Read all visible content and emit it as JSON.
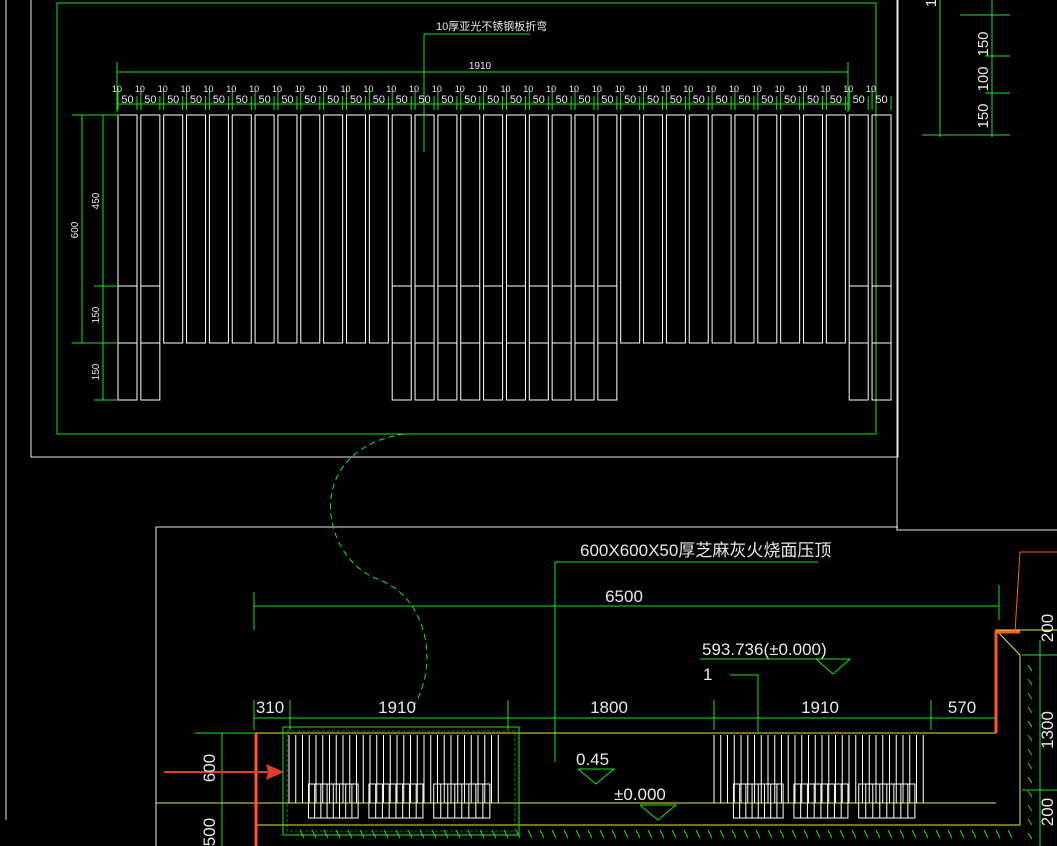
{
  "colors": {
    "background": "#000000",
    "frame": "#e8e8e8",
    "dimension": "#19e619",
    "plate": "#ffffff",
    "annotation": "#e8e8e8",
    "slab_edge": "#e6e64a",
    "arrow": "#e53a2a",
    "border_line": "#ff5a1f",
    "hatch": "#19e619"
  },
  "detail": {
    "leader_note": "10厚亚光不锈钢板折弯",
    "overall_dim": "1910",
    "gap_dim_label": "10",
    "plate_width_label": "50",
    "height_total": "600",
    "height_upper": "450",
    "height_mid": "150",
    "height_lower": "150",
    "plate_pattern": [
      "L",
      "L",
      "S",
      "S",
      "S",
      "S",
      "S",
      "S",
      "S",
      "S",
      "S",
      "S",
      "L",
      "L",
      "L",
      "L",
      "L",
      "L",
      "L",
      "L",
      "L",
      "L",
      "S",
      "S",
      "S",
      "S",
      "S",
      "S",
      "S",
      "S",
      "S",
      "S",
      "L",
      "L"
    ]
  },
  "top_right": {
    "dim_labels": [
      "150",
      "100",
      "150"
    ],
    "partial_label": "1"
  },
  "plan": {
    "material_note": "600X600X50厚芝麻灰火烧面压顶",
    "overall_dim": "6500",
    "elevation_label": "593.736(±0.000)",
    "index_label": "1",
    "segment_dims": [
      "310",
      "1910",
      "1800",
      "1910",
      "570"
    ],
    "level_a": "0.45",
    "level_b": "±0.000",
    "left_dims": [
      "600",
      "500"
    ],
    "right_dims": [
      "200",
      "1300",
      "200"
    ]
  }
}
